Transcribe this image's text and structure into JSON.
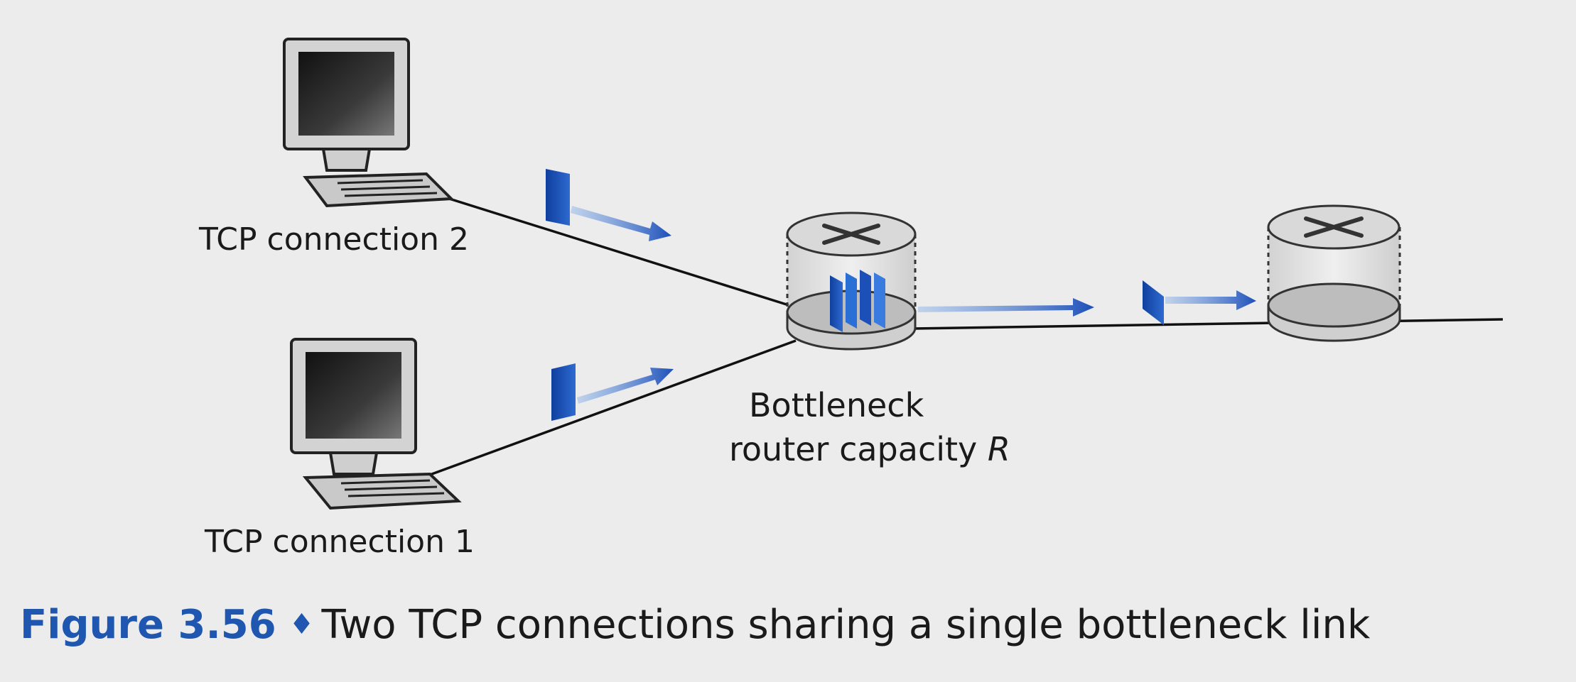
{
  "labels": {
    "tcp_connection_2": "TCP connection 2",
    "tcp_connection_1": "TCP connection 1",
    "bottleneck_line1": "Bottleneck",
    "bottleneck_line2_prefix": "router capacity ",
    "bottleneck_line2_var": "R"
  },
  "caption": {
    "figure_number": "Figure 3.56",
    "separator": "♦",
    "text": "Two TCP connections sharing a single bottleneck link"
  },
  "colors": {
    "accent_blue": "#1f57b0",
    "packet_blue": "#1d4fb8",
    "background": "#ececec",
    "router_body": "#d8d8d8"
  },
  "icons": [
    "computer-icon",
    "router-icon",
    "packet-icon",
    "arrow-icon"
  ]
}
